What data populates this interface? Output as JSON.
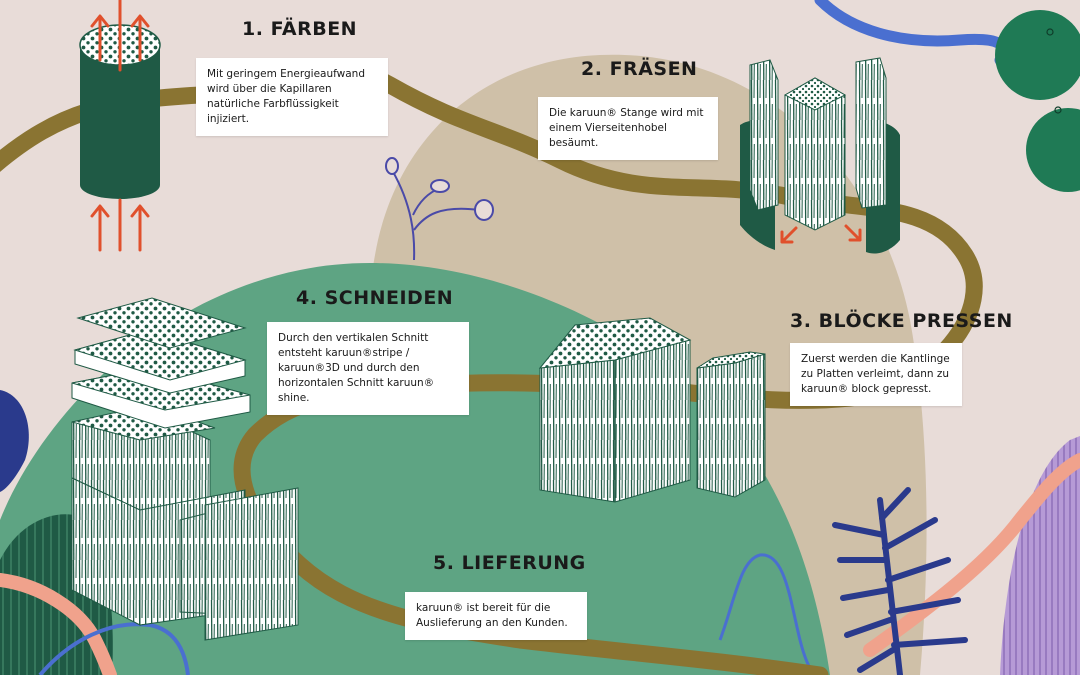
{
  "steps": [
    {
      "number": "1.",
      "title": "FÄRBEN",
      "text": "Mit geringem Energieaufwand wird über die Kapillaren natürliche Farbflüssigkeit injiziert."
    },
    {
      "number": "2.",
      "title": "FRÄSEN",
      "text": "Die karuun® Stange wird mit einem Vierseitenhobel besäumt."
    },
    {
      "number": "3.",
      "title": "BLÖCKE PRESSEN",
      "text": "Zuerst werden die Kantlinge zu Platten verleimt, dann zu karuun® block gepresst."
    },
    {
      "number": "4.",
      "title": "SCHNEIDEN",
      "text": "Durch den vertikalen Schnitt entsteht karuun®stripe / karuun®3D und durch den horizontalen Schnitt karuun® shine."
    },
    {
      "number": "5.",
      "title": "LIEFERUNG",
      "text": "karuun® ist bereit für die Auslieferung an den Kunden."
    }
  ],
  "colors": {
    "background": "#e8dcd8",
    "path": "#8a7432",
    "hill_green": "#5ea483",
    "hill_beige": "#cfc0a8",
    "dark_green": "#1f5a45",
    "arrow": "#e0502c",
    "navy": "#2a3a8c",
    "blue": "#4a6fd0",
    "salmon": "#f0a28c",
    "lavender": "#b69ad6"
  },
  "icons": [
    "rattan-cylinder-icon",
    "milled-rod-icon",
    "pressed-block-icon",
    "cut-slices-icon",
    "red-arrow-icon",
    "leaf-icon"
  ]
}
